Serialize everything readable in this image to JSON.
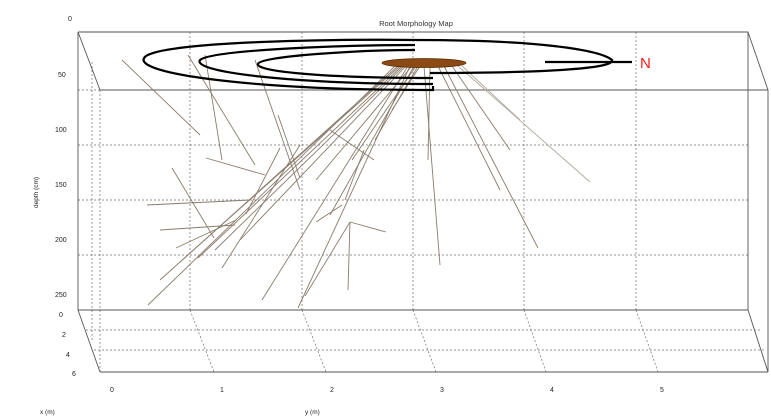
{
  "title": "Root Morphology Map",
  "north_label": "N",
  "labels": {
    "depth": "depth (cm)",
    "y": "y (m)",
    "x": "x (m)"
  },
  "depth_ticks": [
    "0",
    "50",
    "100",
    "150",
    "200",
    "250"
  ],
  "y_ticks": [
    "0",
    "1",
    "2",
    "3",
    "4",
    "5"
  ],
  "x_ticks": [
    "0",
    "2",
    "4",
    "6"
  ],
  "colors": {
    "trunk": "#8b4a14",
    "north": "#ff1a1a",
    "roots": "#8a7c6c"
  }
}
